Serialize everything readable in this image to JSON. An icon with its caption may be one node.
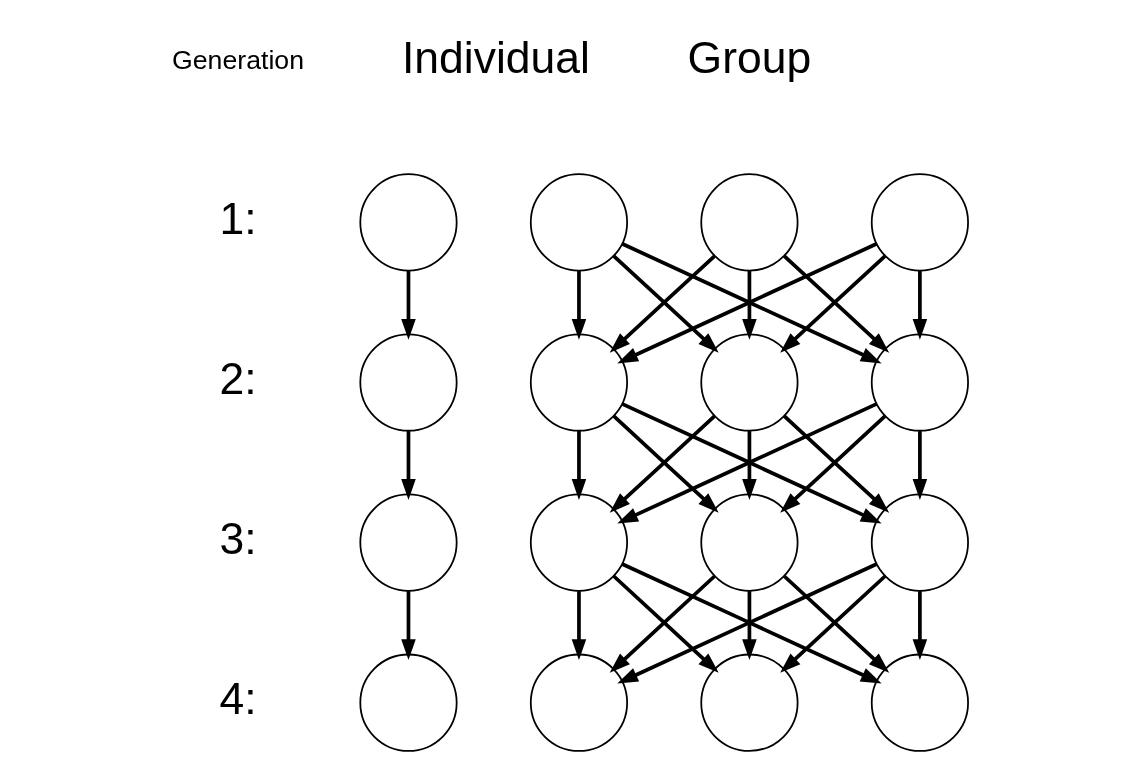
{
  "diagram": {
    "nodes": [
      {
        "text": [],
        "shape": "circle"
      },
      {
        "text": [],
        "shape": "circle"
      },
      {
        "text": [],
        "shape": "circle"
      },
      {
        "text": [],
        "shape": "circle"
      },
      {
        "text": [],
        "shape": "circle"
      },
      {
        "text": [],
        "shape": "circle"
      },
      {
        "text": [],
        "shape": "circle"
      },
      {
        "text": [],
        "shape": "circle"
      },
      {
        "text": [],
        "shape": "circle"
      },
      {
        "text": [],
        "shape": "circle"
      },
      {
        "text": [],
        "shape": "circle"
      },
      {
        "text": [],
        "shape": "circle"
      },
      {
        "text": [],
        "shape": "circle"
      },
      {
        "text": [],
        "shape": "circle"
      },
      {
        "text": [],
        "shape": "circle"
      },
      {
        "text": [],
        "shape": "circle"
      }
    ],
    "edges": [
      {
        "from": 0,
        "to": 4,
        "arrow": "to"
      },
      {
        "from": 1,
        "to": 5,
        "arrow": "to"
      },
      {
        "from": 1,
        "to": 6,
        "arrow": "to"
      },
      {
        "from": 1,
        "to": 7,
        "arrow": "to"
      },
      {
        "from": 2,
        "to": 5,
        "arrow": "to"
      },
      {
        "from": 2,
        "to": 6,
        "arrow": "to"
      },
      {
        "from": 2,
        "to": 7,
        "arrow": "to"
      },
      {
        "from": 3,
        "to": 5,
        "arrow": "to"
      },
      {
        "from": 3,
        "to": 6,
        "arrow": "to"
      },
      {
        "from": 3,
        "to": 7,
        "arrow": "to"
      },
      {
        "from": 4,
        "to": 8,
        "arrow": "to"
      },
      {
        "from": 5,
        "to": 9,
        "arrow": "to"
      },
      {
        "from": 5,
        "to": 10,
        "arrow": "to"
      },
      {
        "from": 5,
        "to": 11,
        "arrow": "to"
      },
      {
        "from": 6,
        "to": 9,
        "arrow": "to"
      },
      {
        "from": 6,
        "to": 10,
        "arrow": "to"
      },
      {
        "from": 6,
        "to": 11,
        "arrow": "to"
      },
      {
        "from": 7,
        "to": 9,
        "arrow": "to"
      },
      {
        "from": 7,
        "to": 10,
        "arrow": "to"
      },
      {
        "from": 7,
        "to": 11,
        "arrow": "to"
      },
      {
        "from": 8,
        "to": 12,
        "arrow": "to"
      },
      {
        "from": 9,
        "to": 13,
        "arrow": "to"
      },
      {
        "from": 9,
        "to": 14,
        "arrow": "to"
      },
      {
        "from": 9,
        "to": 15,
        "arrow": "to"
      },
      {
        "from": 10,
        "to": 13,
        "arrow": "to"
      },
      {
        "from": 10,
        "to": 14,
        "arrow": "to"
      },
      {
        "from": 10,
        "to": 15,
        "arrow": "to"
      },
      {
        "from": 11,
        "to": 13,
        "arrow": "to"
      },
      {
        "from": 11,
        "to": 14,
        "arrow": "to"
      },
      {
        "from": 11,
        "to": 15,
        "arrow": "to"
      }
    ],
    "labels": [
      "Generation",
      "Individual",
      "Group",
      "1:",
      "2:",
      "3:",
      "4:"
    ]
  }
}
